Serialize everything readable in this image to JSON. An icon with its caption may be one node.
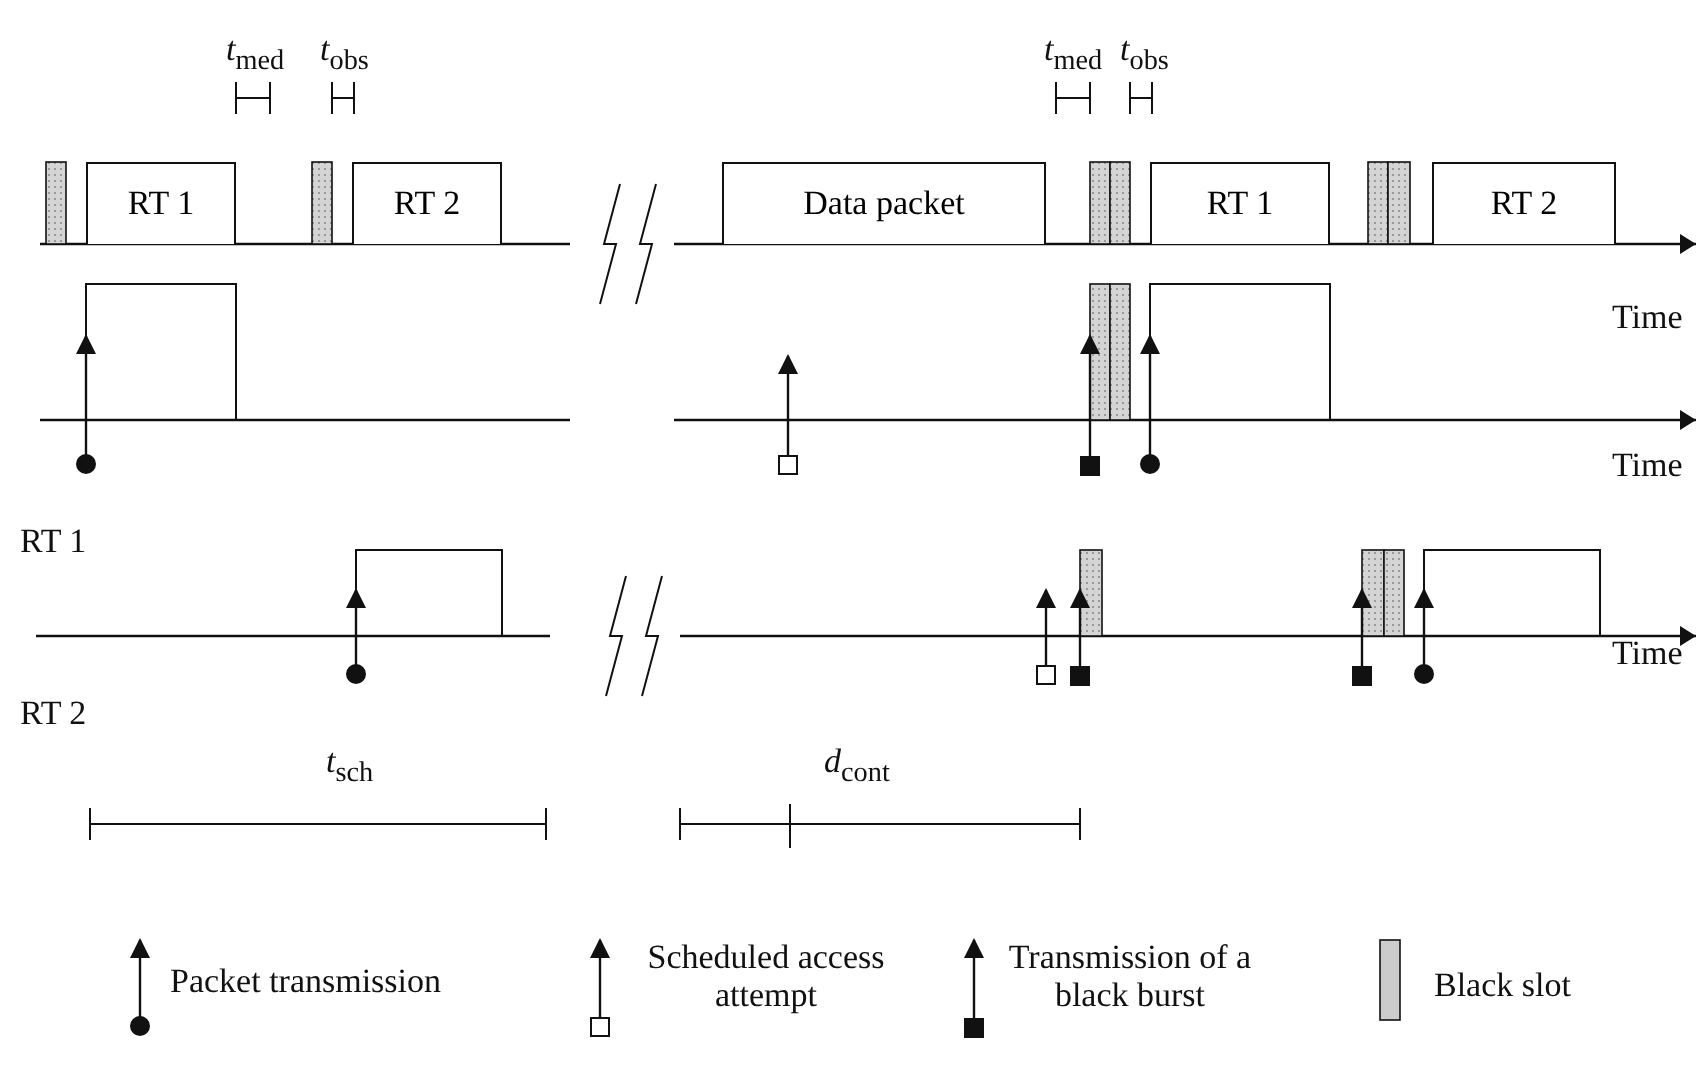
{
  "diagram": {
    "nodes": [
      {
        "text": [
          "RT 1"
        ]
      },
      {
        "text": [
          "RT 2"
        ]
      },
      {
        "text": [
          "Data packet"
        ]
      },
      {
        "text": [
          "RT 1"
        ]
      },
      {
        "text": [
          "RT 2"
        ]
      }
    ],
    "labels": [
      "*t*$_{med}$",
      "*t*$_{obs}$",
      "*t*$_{med}$",
      "*t*$_{obs}$",
      "Time",
      "Time",
      "RT 1",
      "Time",
      "RT 2",
      "*t*$_{sch}$",
      "*d*$_{cont}$"
    ],
    "legend": [
      {
        "text": "Packet transmission"
      },
      {
        "text": "Scheduled access attempt"
      },
      {
        "text": "Transmission of a black burst"
      },
      {
        "text": "Black slot",
        "color": "#cccccc"
      }
    ]
  }
}
